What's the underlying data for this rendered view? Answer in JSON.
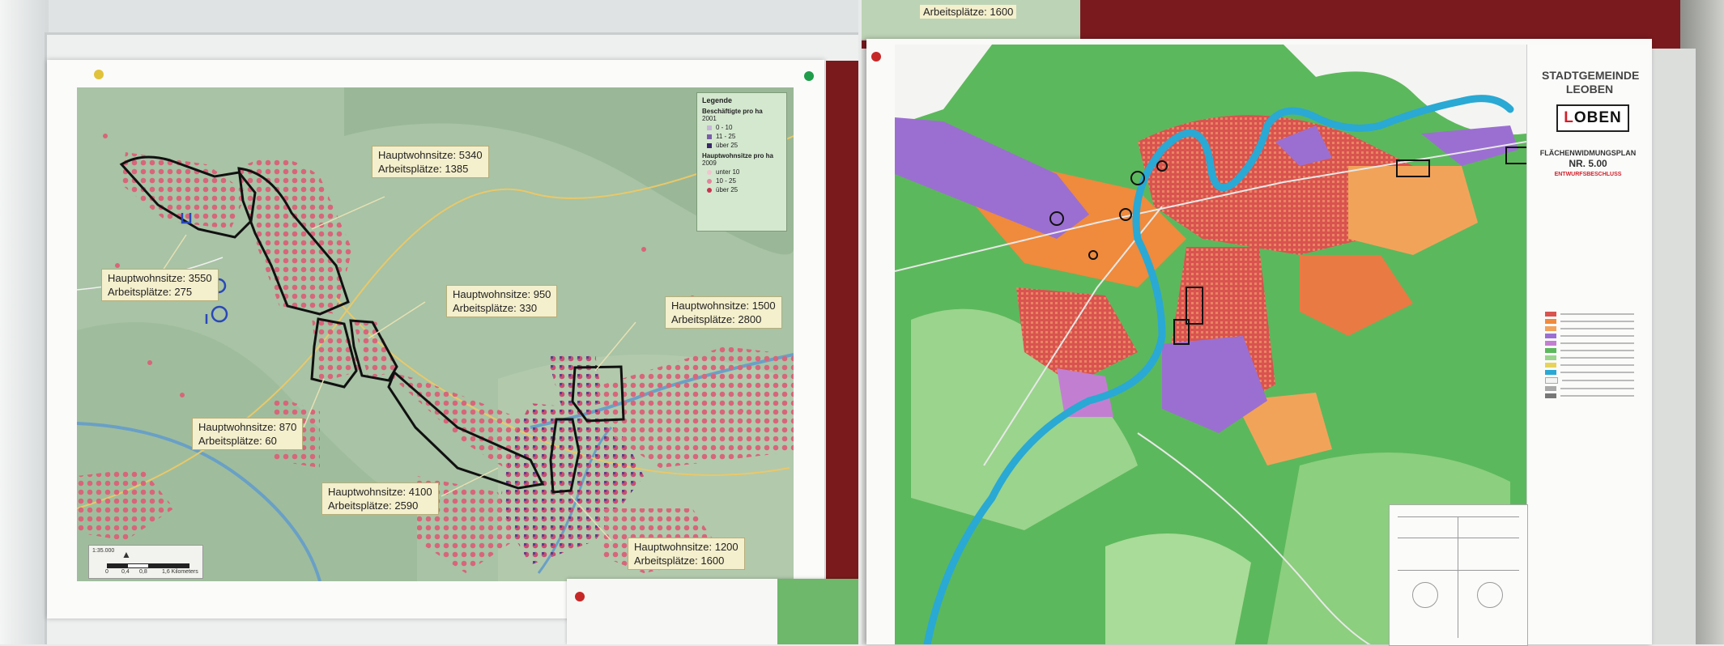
{
  "left_map": {
    "legend": {
      "title": "Legende",
      "employees_heading": "Beschäftigte pro ha",
      "employees_year": "2001",
      "employees_items": [
        "0 - 10",
        "11 - 25",
        "über 25"
      ],
      "residents_heading": "Hauptwohnsitze pro ha",
      "residents_year": "2009",
      "residents_items": [
        "unter 10",
        "10 - 25",
        "über 25"
      ]
    },
    "callouts": [
      {
        "line1": "Hauptwohnsitze: 5340",
        "line2": "Arbeitsplätze: 1385"
      },
      {
        "line1": "Hauptwohnsitze: 3550",
        "line2": "Arbeitsplätze: 275"
      },
      {
        "line1": "Hauptwohnsitze: 950",
        "line2": "Arbeitsplätze: 330"
      },
      {
        "line1": "Hauptwohnsitze: 1500",
        "line2": "Arbeitsplätze: 2800"
      },
      {
        "line1": "Hauptwohnsitze: 870",
        "line2": "Arbeitsplätze: 60"
      },
      {
        "line1": "Hauptwohnsitze: 4100",
        "line2": "Arbeitsplätze: 2590"
      },
      {
        "line1": "Hauptwohnsitze: 1200",
        "line2": "Arbeitsplätze: 1600"
      }
    ],
    "scale": {
      "ratio": "1:35.000",
      "ticks": [
        "0",
        "0,4",
        "0,8",
        "1,6 Kilometers"
      ]
    },
    "handwritten": [
      "U",
      "O",
      "I"
    ]
  },
  "top_strip_callout": {
    "line1": "",
    "line2": "Arbeitsplätze: 1600"
  },
  "right_map": {
    "title_line1": "STADTGEMEINDE",
    "title_line2": "LEOBEN",
    "logo_first": "L",
    "logo_rest": "OBEN",
    "plan_title": "FLÄCHENWIDMUNGSPLAN",
    "plan_number": "NR. 5.00",
    "status": "ENTWURFSBESCHLUSS"
  },
  "colors": {
    "wall_red": "#7b1a1d",
    "river_blue": "#29a9d4",
    "green_land": "#5cb85c",
    "built_red": "#d9534f",
    "industry_purple": "#9b6fd1"
  }
}
